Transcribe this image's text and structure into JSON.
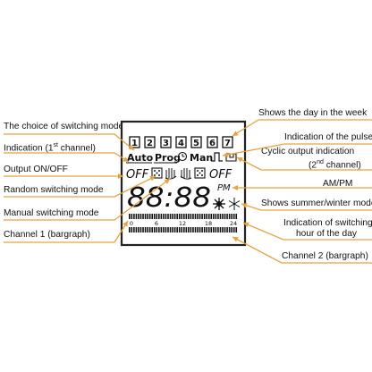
{
  "labels": {
    "left": [
      {
        "key": "switching_mode",
        "text": "The choice of switching mode"
      },
      {
        "key": "indication_ch1",
        "text": "Indication (1st channel)"
      },
      {
        "key": "output_onoff",
        "text": "Output ON/OFF"
      },
      {
        "key": "random_mode",
        "text": "Random switching mode"
      },
      {
        "key": "manual_mode",
        "text": "Manual switching mode"
      },
      {
        "key": "channel1_bar",
        "text": "Channel 1 (bargraph)"
      }
    ],
    "right": [
      {
        "key": "day_of_week",
        "text": "Shows the day in the week"
      },
      {
        "key": "pulse",
        "text": "Indication of the pulse"
      },
      {
        "key": "cyclic_line1",
        "text": "Cyclic output indication"
      },
      {
        "key": "cyclic_line2",
        "text": "(2nd channel)"
      },
      {
        "key": "ampm",
        "text": "AM/PM"
      },
      {
        "key": "summer_winter",
        "text": "Shows summer/winter mode"
      },
      {
        "key": "switching_hour1",
        "text": "Indication of switching"
      },
      {
        "key": "switching_hour2",
        "text": "hour of the day"
      },
      {
        "key": "channel2_bar",
        "text": "Channel 2 (bargraph)"
      }
    ]
  },
  "display": {
    "days": [
      "1",
      "2",
      "3",
      "4",
      "5",
      "6",
      "7"
    ],
    "mode_auto": "Auto",
    "mode_prog": "Prog",
    "mode_man": "Man",
    "off_left": "OFF",
    "off_right": "OFF",
    "time": "88:88",
    "ampm": "PM",
    "scale": [
      "0",
      "6",
      "12",
      "18",
      "24"
    ]
  },
  "colors": {
    "callout": "#E8A33D",
    "lcd_border": "#222222",
    "lcd_bg": "#ffffff"
  }
}
